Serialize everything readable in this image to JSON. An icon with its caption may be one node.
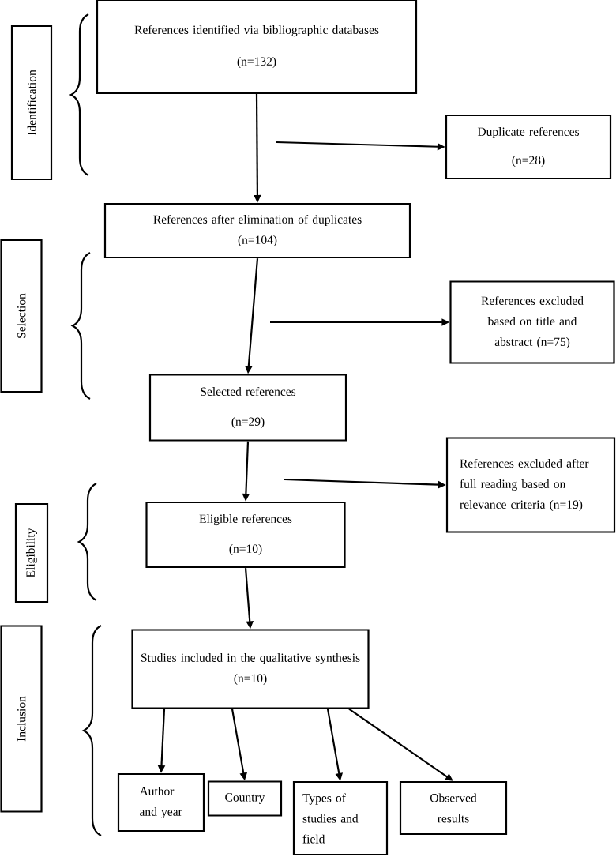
{
  "diagram": {
    "nodes": [
      {
        "text": [
          "Identification"
        ]
      },
      {
        "text": [
          "References identified via bibliographic databases",
          "(n=132)"
        ]
      },
      {
        "text": [
          "Duplicate references",
          "(n=28)"
        ]
      },
      {
        "text": [
          "References after elimination of duplicates",
          "(n=104)"
        ]
      },
      {
        "text": [
          "Selection"
        ]
      },
      {
        "text": [
          "References excluded based on title and abstract (n=75)"
        ]
      },
      {
        "text": [
          "Selected references",
          "(n=29)"
        ]
      },
      {
        "text": [
          "References excluded after full reading based on relevance criteria (n=19)"
        ]
      },
      {
        "text": [
          "Eligibility"
        ]
      },
      {
        "text": [
          "Eligible references",
          "(n=10)"
        ]
      },
      {
        "text": [
          "Inclusion"
        ]
      },
      {
        "text": [
          "Studies included in the qualitative synthesis",
          "(n=10)"
        ]
      },
      {
        "text": [
          "Author and year"
        ]
      },
      {
        "text": [
          "Country"
        ]
      },
      {
        "text": [
          "Types of studies and field"
        ]
      },
      {
        "text": [
          "Observed results"
        ]
      }
    ],
    "edges": [
      {
        "from": 1,
        "to": 3,
        "arrow": "to"
      },
      {
        "from": null,
        "to": 2,
        "arrow": "to"
      },
      {
        "from": 3,
        "to": 6,
        "arrow": "to"
      },
      {
        "from": null,
        "to": 5,
        "arrow": "to"
      },
      {
        "from": 6,
        "to": 9,
        "arrow": "to"
      },
      {
        "from": null,
        "to": 7,
        "arrow": "to"
      },
      {
        "from": 9,
        "to": 11,
        "arrow": "to"
      },
      {
        "from": 11,
        "to": 12,
        "arrow": "to"
      },
      {
        "from": 11,
        "to": 13,
        "arrow": "to"
      },
      {
        "from": 11,
        "to": 14,
        "arrow": "to"
      },
      {
        "from": 11,
        "to": 15,
        "arrow": "to"
      }
    ]
  }
}
